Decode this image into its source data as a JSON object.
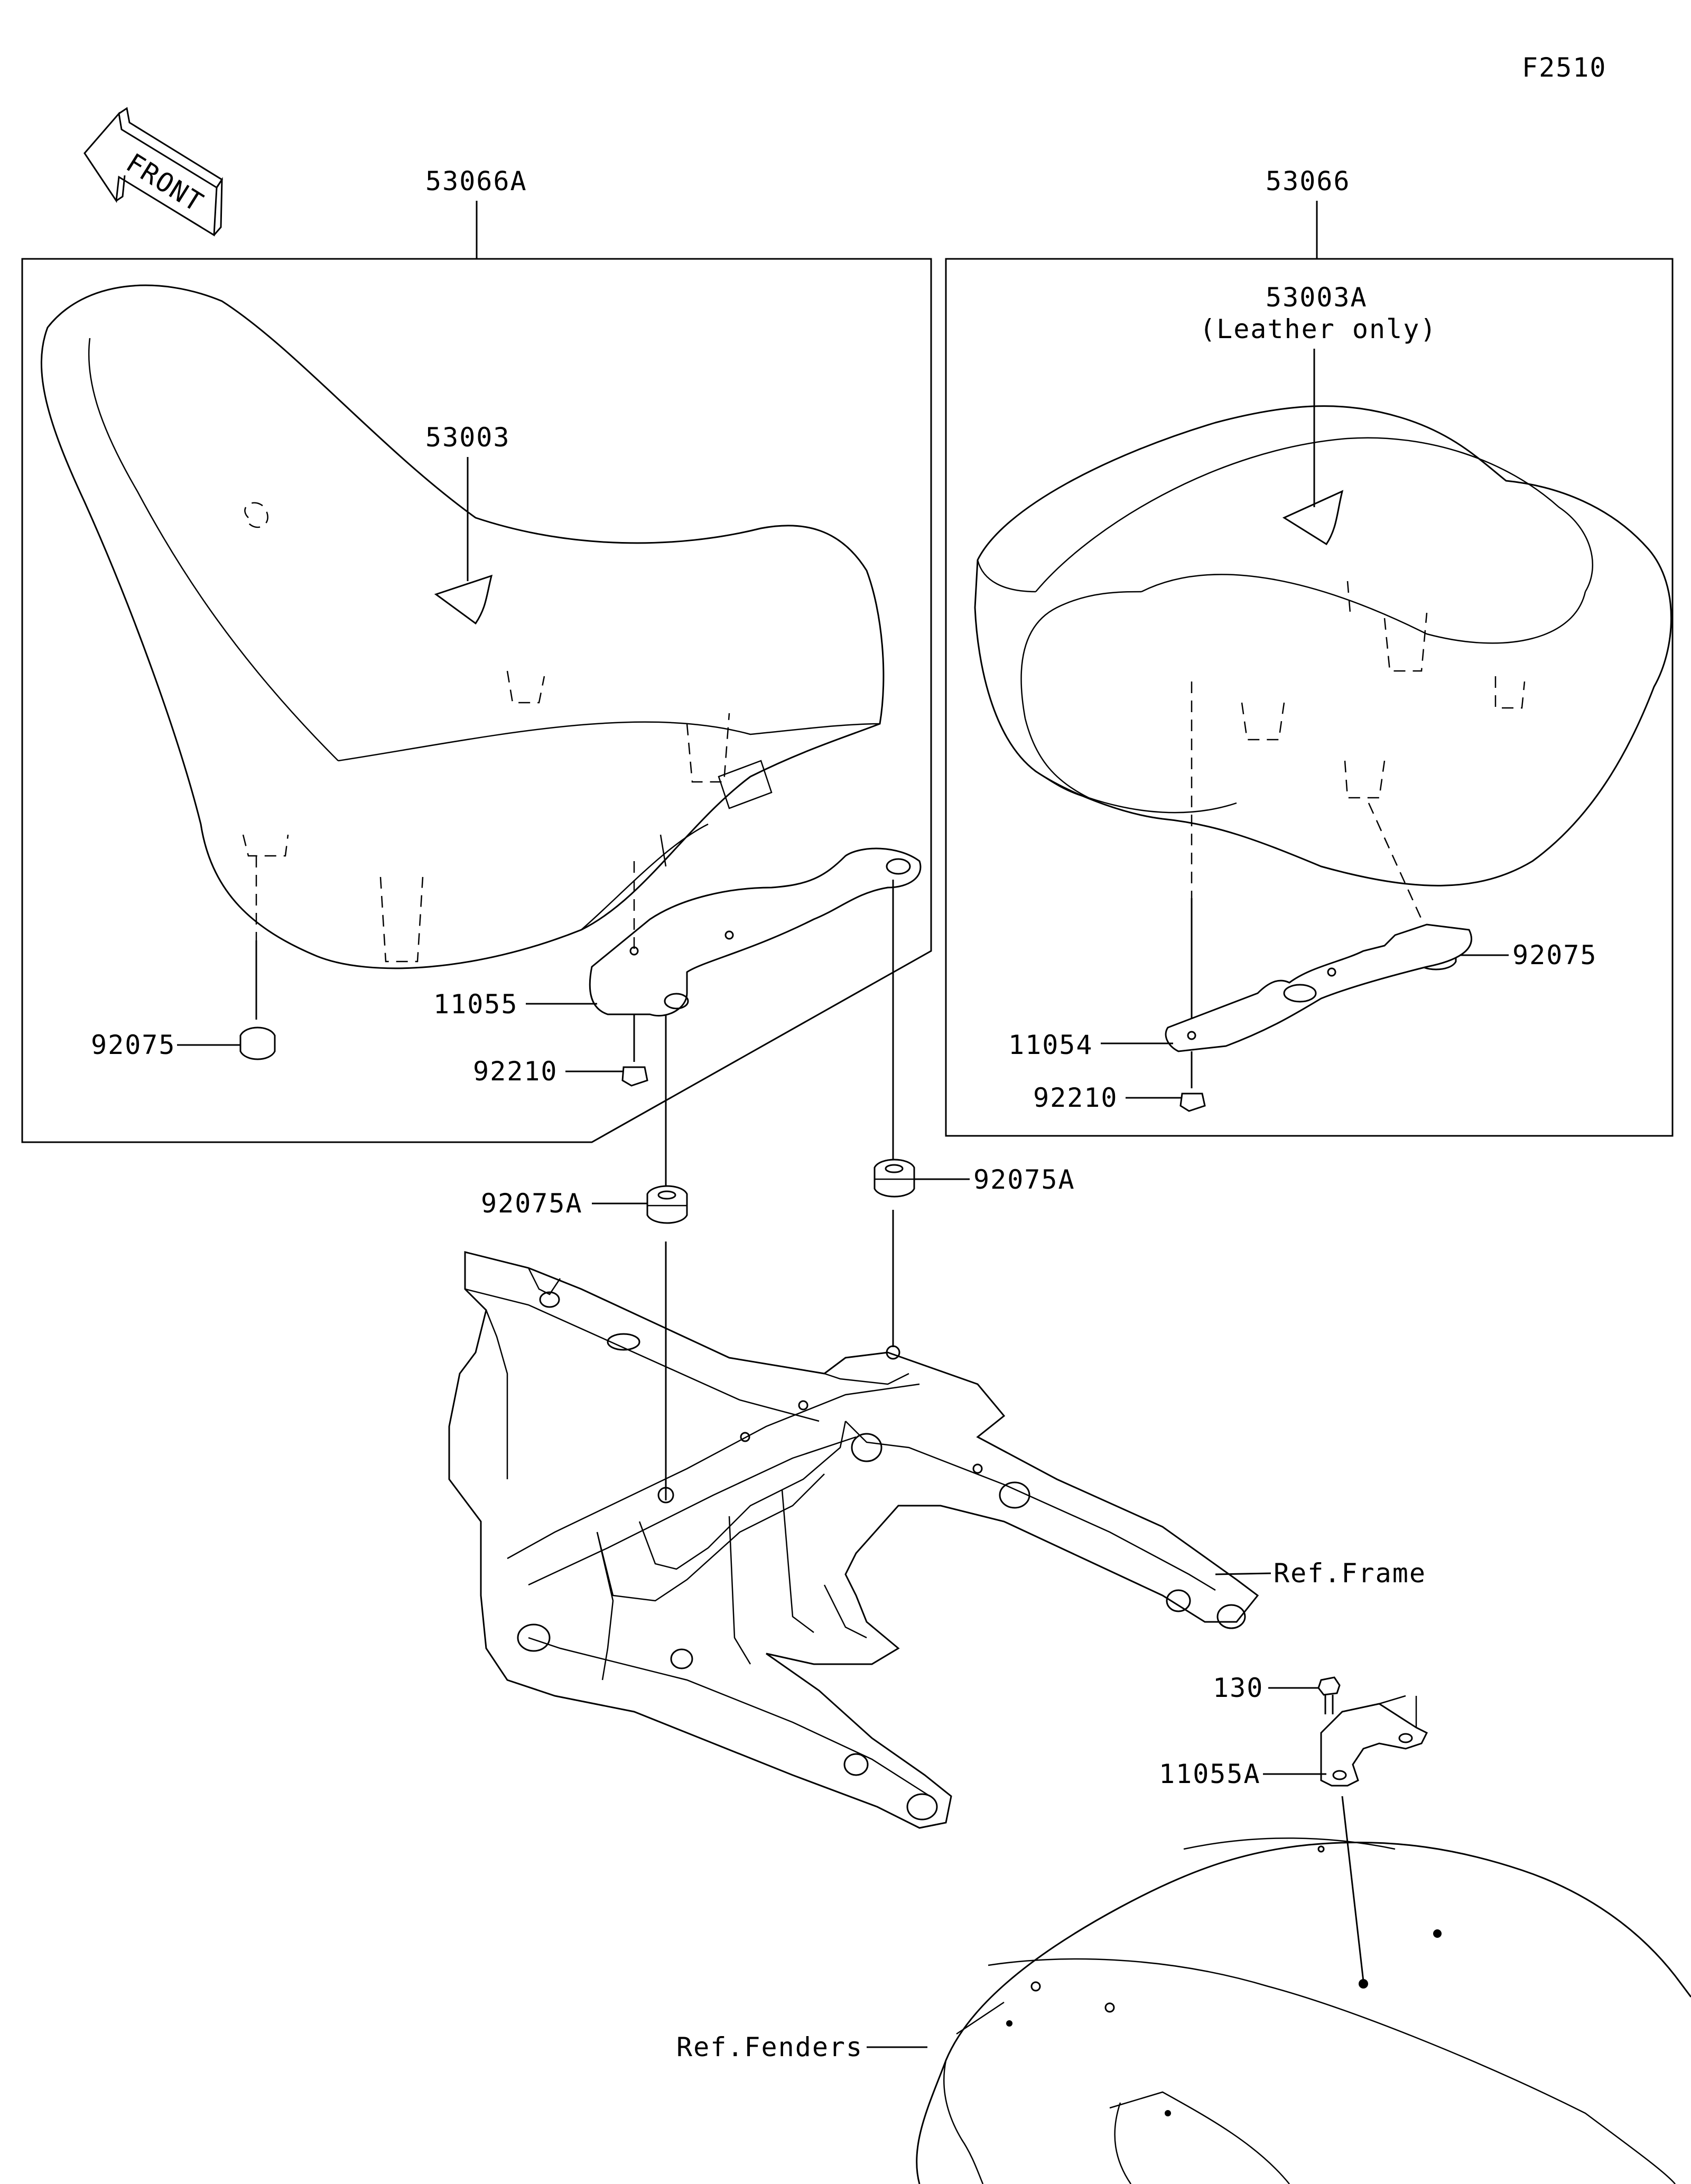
{
  "figure_code": "F2510",
  "front_arrow_text": "FRONT",
  "labels": {
    "seat_assy_a": "53066A",
    "seat_assy": "53066",
    "cover": "53003",
    "cover_a": "53003A",
    "cover_a_note": "(Leather only)",
    "damper_left": "92075",
    "damper_right": "92075",
    "bracket_left": "11055",
    "bracket_right": "11054",
    "nut_left": "92210",
    "nut_right": "92210",
    "damper_a_left": "92075A",
    "damper_a_right": "92075A",
    "ref_frame": "Ref.Frame",
    "bolt": "130",
    "bracket_a": "11055A",
    "ref_fenders": "Ref.Fenders"
  }
}
